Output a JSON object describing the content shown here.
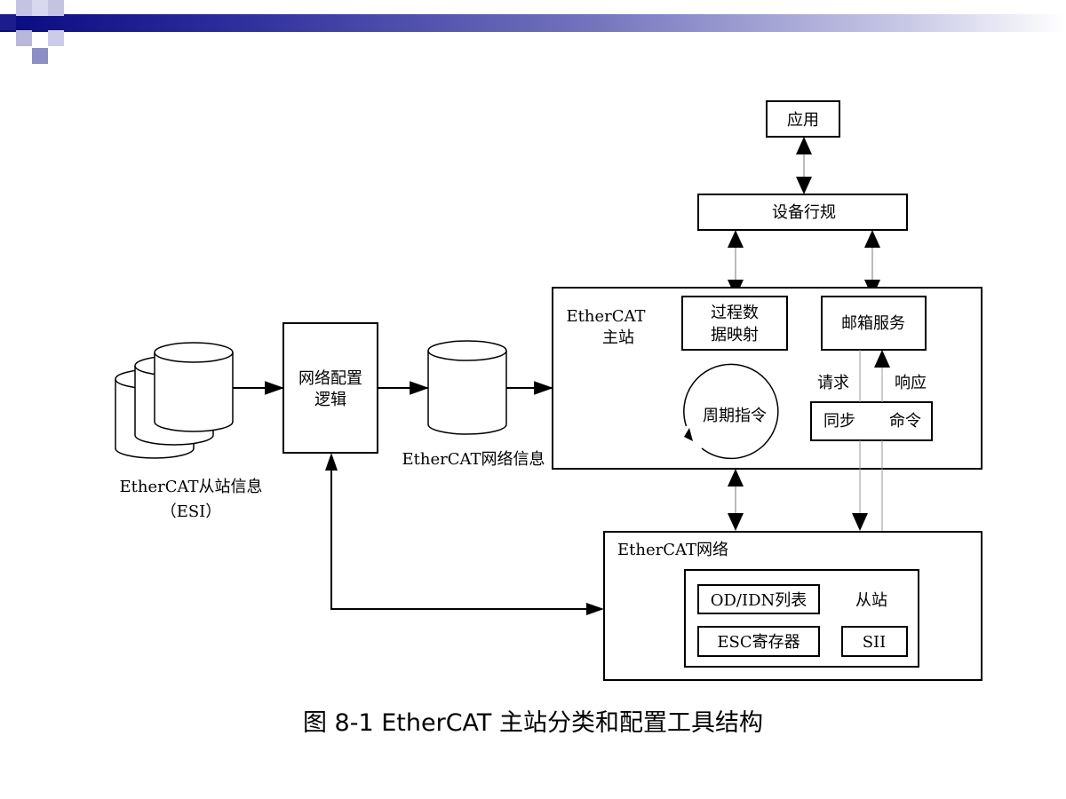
{
  "diagram": {
    "app_label": "应用",
    "device_profile_label": "设备行规",
    "master": {
      "title_line1": "EtherCAT",
      "title_line2": "主站",
      "pdo_line1": "过程数",
      "pdo_line2": "据映射",
      "mailbox_label": "邮箱服务",
      "request_label": "请求",
      "response_label": "响应",
      "sync_label": "同步",
      "command_label": "命令",
      "cyclic_label": "周期指令"
    },
    "network_config_line1": "网络配置",
    "network_config_line2": "逻辑",
    "network_info_label": "EtherCAT网络信息",
    "esi_label_line1": "EtherCAT从站信息",
    "esi_label_line2": "（ESI）",
    "network": {
      "title": "EtherCAT网络",
      "od_list": "OD/IDN列表",
      "slave_label": "从站",
      "esc_registers": "ESC寄存器",
      "sii": "SII"
    }
  },
  "caption": "图 8-1 EtherCAT  主站分类和配置工具结构",
  "colors": {
    "gradient_dark": "#0a0a80",
    "gradient_mid": "#7272bd",
    "square_dark": "#1c1c8c",
    "square_light": "#b8b8dc"
  }
}
